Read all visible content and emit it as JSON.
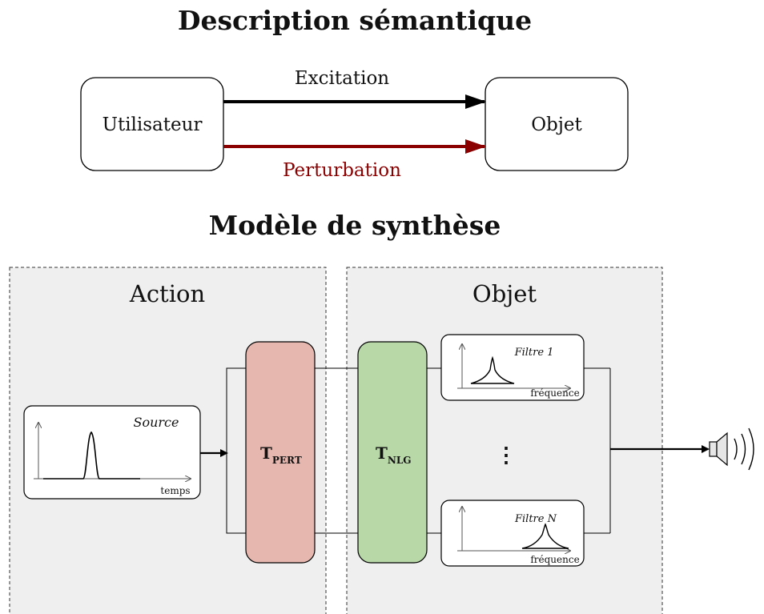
{
  "semantic": {
    "title": "Description sémantique",
    "user_label": "Utilisateur",
    "object_label": "Objet",
    "excitation_label": "Excitation",
    "perturbation_label": "Perturbation"
  },
  "synthesis": {
    "title": "Modèle de synthèse",
    "action_panel": "Action",
    "object_panel": "Objet",
    "source": {
      "title": "Source",
      "axis": "temps"
    },
    "t_pert": {
      "main": "T",
      "sub": "PERT"
    },
    "t_nlg": {
      "main": "T",
      "sub": "NLG"
    },
    "filter_1": {
      "title": "Filtre 1",
      "axis": "fréquence"
    },
    "filter_n": {
      "title": "Filtre N",
      "axis": "fréquence"
    },
    "ellipsis": "⋮"
  },
  "colors": {
    "perturbation": "#8b0000",
    "t_pert_fill": "#e6b7af",
    "t_nlg_fill": "#b8d8a8",
    "panel_fill": "#efefef"
  },
  "icons": {
    "speaker": "speaker-icon"
  }
}
